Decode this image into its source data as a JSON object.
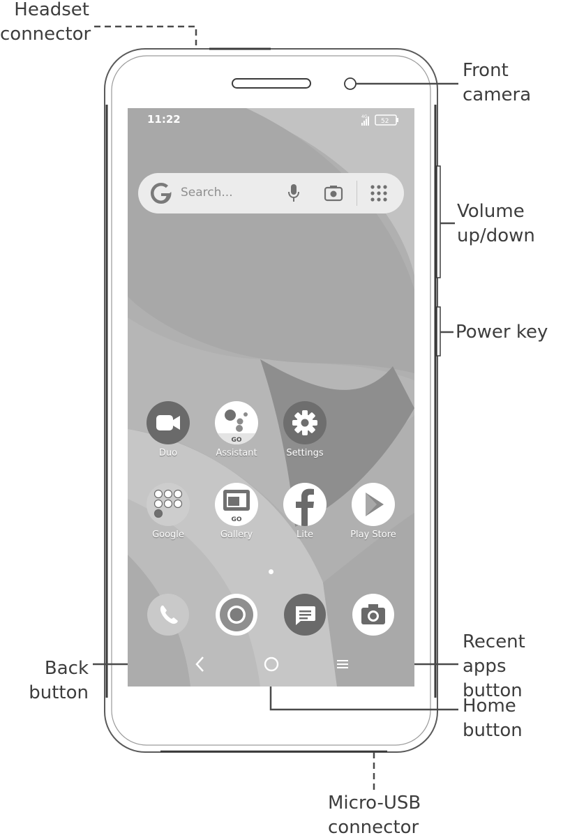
{
  "callouts": {
    "headset": "Headset\nconnector",
    "front_camera": "Front\ncamera",
    "volume": "Volume\nup/down",
    "power": "Power key",
    "recent": "Recent apps\nbutton",
    "back": "Back\nbutton",
    "home": "Home\nbutton",
    "usb": "Micro-USB\nconnector"
  },
  "status_bar": {
    "time": "11:22",
    "network": "4G",
    "battery": "52"
  },
  "search": {
    "placeholder": "Search..."
  },
  "apps_row1": [
    {
      "label": "Duo",
      "icon": "video-camera-icon"
    },
    {
      "label": "Assistant",
      "icon": "assistant-icon"
    },
    {
      "label": "Settings",
      "icon": "gear-icon"
    }
  ],
  "apps_row2": [
    {
      "label": "Google",
      "icon": "google-folder-icon"
    },
    {
      "label": "Gallery",
      "icon": "gallery-icon"
    },
    {
      "label": "Lite",
      "icon": "facebook-icon"
    },
    {
      "label": "Play Store",
      "icon": "play-store-icon"
    }
  ],
  "app_badges": {
    "go_assistant": "GO",
    "go_gallery": "GO"
  },
  "dock": [
    {
      "icon": "phone-icon"
    },
    {
      "icon": "chrome-icon"
    },
    {
      "icon": "messages-icon"
    },
    {
      "icon": "camera-icon"
    }
  ],
  "colors": {
    "outline": "#3a3a3a",
    "screen": "#b3b3b3",
    "leader_line": "#4a4a4a"
  }
}
